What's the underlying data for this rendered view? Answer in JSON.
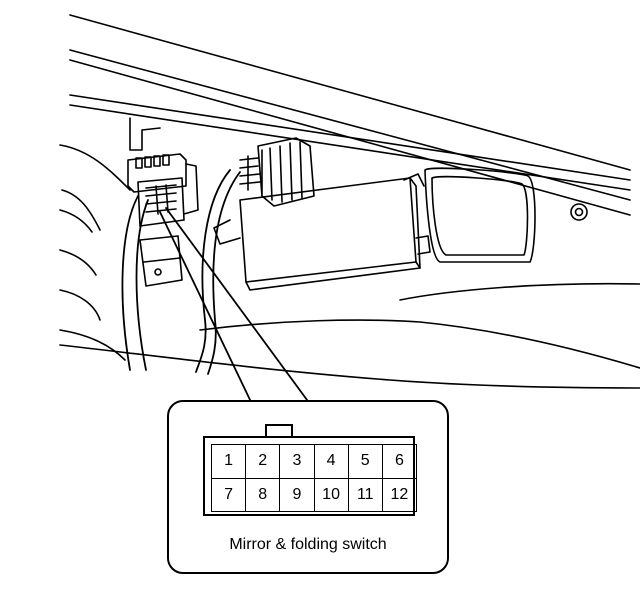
{
  "connector": {
    "pins_top": [
      "1",
      "2",
      "3",
      "4",
      "5",
      "6"
    ],
    "pins_bottom": [
      "7",
      "8",
      "9",
      "10",
      "11",
      "12"
    ]
  },
  "caption": "Mirror & folding switch"
}
